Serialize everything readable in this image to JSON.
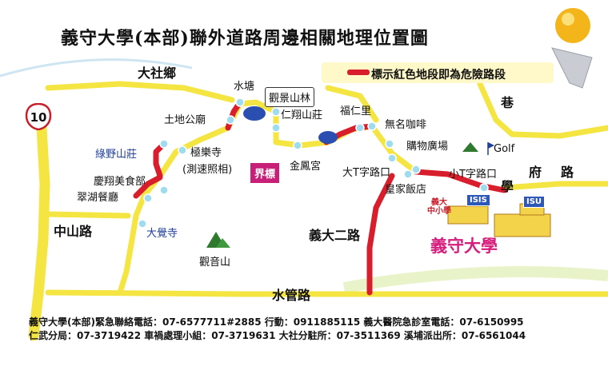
{
  "title": "義守大學(本部)聯外道路周邊相關地理位置圖",
  "legend": {
    "text": "標示紅色地段即為危險路段",
    "danger_color": "#d81e2c"
  },
  "colors": {
    "road": "#f4e542",
    "danger": "#d81e2c",
    "marker": "#9fdcf0",
    "campus": "#d61f7c"
  },
  "route_shield": "10",
  "places": {
    "dashe": "大社鄉",
    "shuitang": "水塘",
    "viewpoint": "觀景山林",
    "tudigong": "土地公廟",
    "renxiang": "仁翔山莊",
    "fuyenli": "福仁里",
    "cafe": "無名咖啡",
    "lane": "巷",
    "lvye": "綠野山莊",
    "jile": "極樂寺",
    "speedcam": "(測速照相)",
    "boundary": "界標",
    "jinfeng": "金鳳宮",
    "mall": "購物廣場",
    "golf": "Golf",
    "big_t": "大T字路口",
    "small_t": "小T字路口",
    "fu_road": "府",
    "road_char": "路",
    "xue": "學",
    "qingxiang": "慶翔美食部",
    "cuihu": "翠湖餐廳",
    "hotel": "皇家飯店",
    "zhongshan": "中山路",
    "dajue": "大覺寺",
    "yida2": "義大二路",
    "guanyin": "觀音山",
    "shuiguan": "水管路",
    "school": "義大\n中小學",
    "isis": "ISIS",
    "isu": "ISU",
    "campus": "義守大學"
  },
  "footer": {
    "line1": "義守大學(本部)緊急聯絡電話：07-6577711#2885  行動：0911885115   義大醫院急診室電話：07-6150995",
    "line2": "仁武分局：07-3719422   車禍處理小組：07-3719631   大社分駐所：07-3511369   溪埔派出所：07-6561044"
  }
}
